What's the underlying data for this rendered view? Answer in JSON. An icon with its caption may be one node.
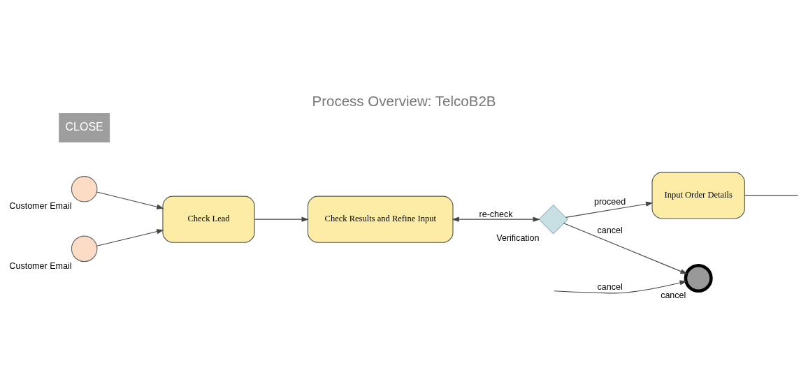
{
  "diagram": {
    "title": "Process Overview: TelcoB2B",
    "nodes": [
      {
        "text": [
          "Customer Email"
        ]
      },
      {
        "text": [
          "Customer Email"
        ]
      },
      {
        "text": [
          "Check Lead"
        ]
      },
      {
        "text": [
          "Check Results and Refine Input"
        ]
      },
      {
        "text": [
          "cancel"
        ]
      },
      {
        "text": [
          "Verification"
        ]
      },
      {
        "text": [
          "Input Order Details"
        ]
      }
    ],
    "edges": [
      {
        "from": 0,
        "to": 2,
        "arrow": "to"
      },
      {
        "from": 1,
        "to": 2,
        "arrow": "to"
      },
      {
        "from": 2,
        "to": 3,
        "arrow": "to"
      },
      {
        "from": 3,
        "to": 5,
        "arrow": "both",
        "label": "re-check"
      },
      {
        "from": 5,
        "to": 6,
        "arrow": "to",
        "label": "proceed"
      },
      {
        "from": 5,
        "to": 4,
        "arrow": "to",
        "label": "cancel"
      },
      {
        "from": null,
        "to": 4,
        "arrow": "to",
        "label": "cancel"
      },
      {
        "from": 6,
        "to": null,
        "arrow": "none"
      }
    ],
    "labels": [
      "CLOSE"
    ]
  }
}
